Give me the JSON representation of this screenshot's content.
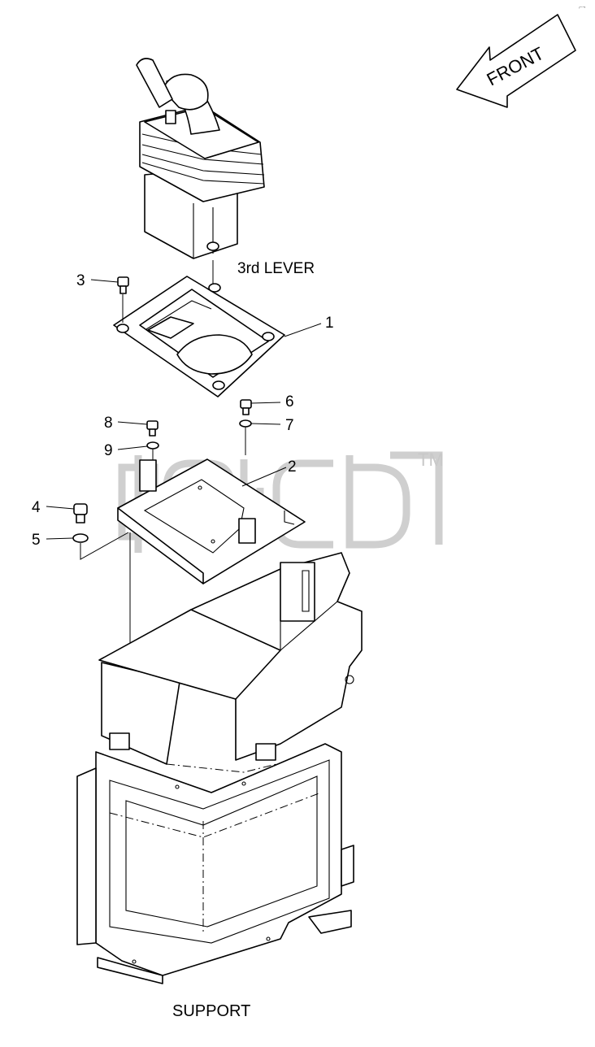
{
  "diagram": {
    "corner_mark": "⌐¬",
    "watermark_tm": "TM",
    "front_label": "FRONT",
    "labels": {
      "lever": "3rd LEVER",
      "support": "SUPPORT"
    },
    "callouts": [
      {
        "id": "c1",
        "text": "1",
        "part": "lever-cover"
      },
      {
        "id": "c2",
        "text": "2",
        "part": "bracket-plate"
      },
      {
        "id": "c3",
        "text": "3",
        "part": "cover-bolt"
      },
      {
        "id": "c4",
        "text": "4",
        "part": "bracket-bolt"
      },
      {
        "id": "c5",
        "text": "5",
        "part": "bracket-washer"
      },
      {
        "id": "c6",
        "text": "6",
        "part": "plate-bolt-right"
      },
      {
        "id": "c7",
        "text": "7",
        "part": "plate-washer-right"
      },
      {
        "id": "c8",
        "text": "8",
        "part": "plate-bolt-left"
      },
      {
        "id": "c9",
        "text": "9",
        "part": "plate-washer-left"
      }
    ]
  }
}
